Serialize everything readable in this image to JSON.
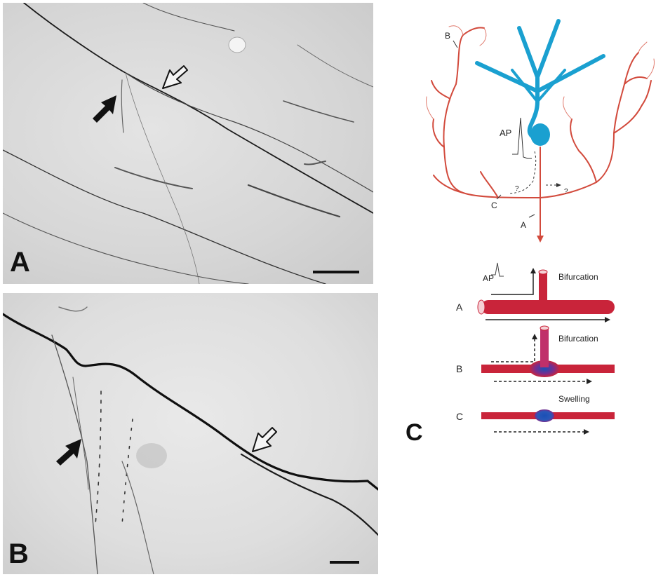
{
  "panels": {
    "a": {
      "letter": "A"
    },
    "b": {
      "letter": "B"
    },
    "c": {
      "letter": "C"
    }
  },
  "diagram": {
    "top_labels": {
      "b": "B",
      "c": "C",
      "a": "A",
      "ap": "AP",
      "q1": "?",
      "q2": "?"
    },
    "rows": [
      {
        "row_label": "A",
        "ap": "AP",
        "note": "Bifurcation"
      },
      {
        "row_label": "B",
        "note": "Bifurcation"
      },
      {
        "row_label": "C",
        "note": "Swelling"
      }
    ]
  },
  "colors": {
    "axon": "#d24a3c",
    "neuron": "#1aa0d0",
    "fiber": "#1a1a1a"
  }
}
